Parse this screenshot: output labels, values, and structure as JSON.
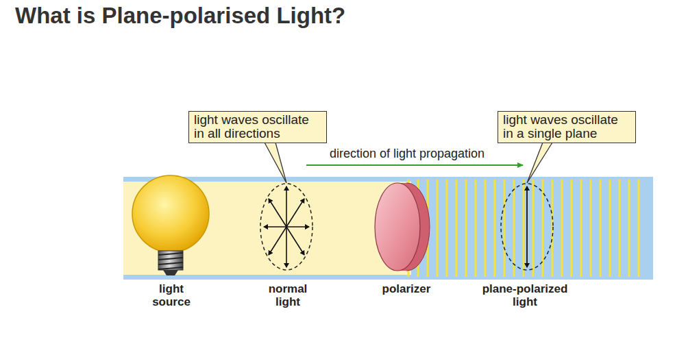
{
  "diagram": {
    "title": "What is Plane-polarised Light?",
    "nodes": [
      {
        "text": [
          "light waves oscillate in all directions"
        ]
      },
      {
        "text": [
          "light waves oscillate in a single plane"
        ]
      }
    ],
    "labels": [
      "direction of light propagation",
      "light source",
      "normal light",
      "polarizer",
      "plane-polarized light"
    ]
  }
}
